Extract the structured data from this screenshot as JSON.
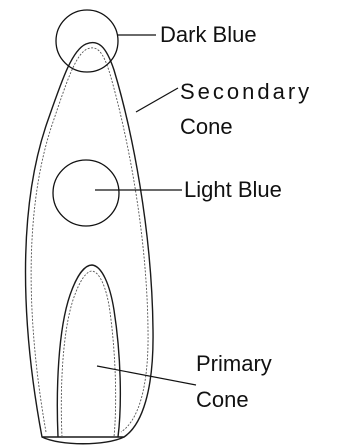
{
  "labels": {
    "dark_blue": "Dark Blue",
    "secondary_cone_line1": "Secondary",
    "secondary_cone_line2": "Cone",
    "light_blue": "Light Blue",
    "primary_cone_line1": "Primary",
    "primary_cone_line2": "Cone"
  },
  "colors": {
    "line": "#111111",
    "background": "#ffffff"
  }
}
